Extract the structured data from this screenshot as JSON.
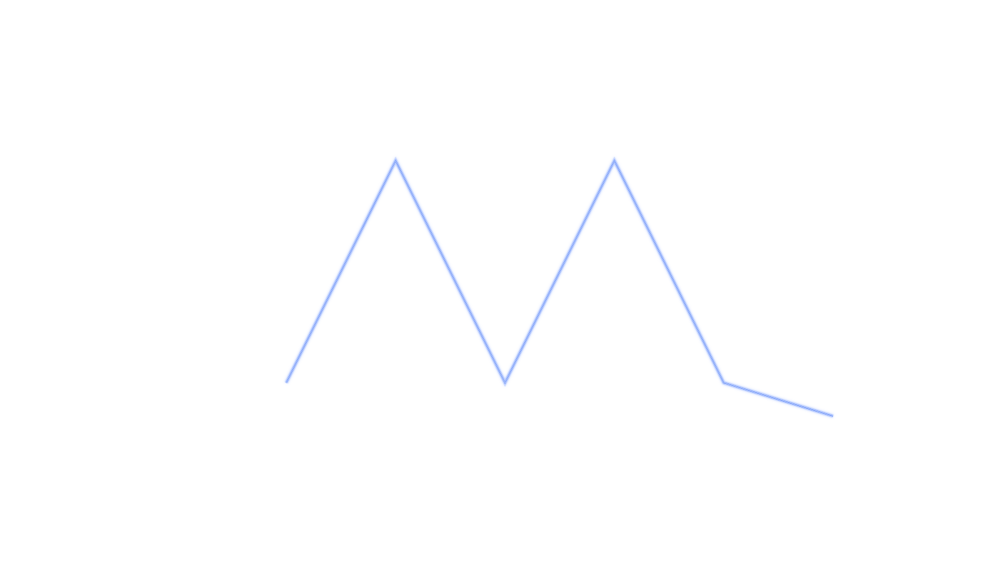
{
  "chart_data": {
    "type": "line",
    "title": "",
    "xlabel": "",
    "ylabel": "",
    "grid": false,
    "legend": "none",
    "series": [
      {
        "values": [
          0,
          1,
          0,
          1,
          0,
          -0.15
        ],
        "color": "#4f7df5",
        "glow_color": "#a9c1ff"
      }
    ],
    "x": [
      0,
      1,
      2,
      3,
      4,
      5
    ],
    "xlim": [
      0,
      5
    ],
    "ylim": [
      -0.15,
      1
    ]
  }
}
